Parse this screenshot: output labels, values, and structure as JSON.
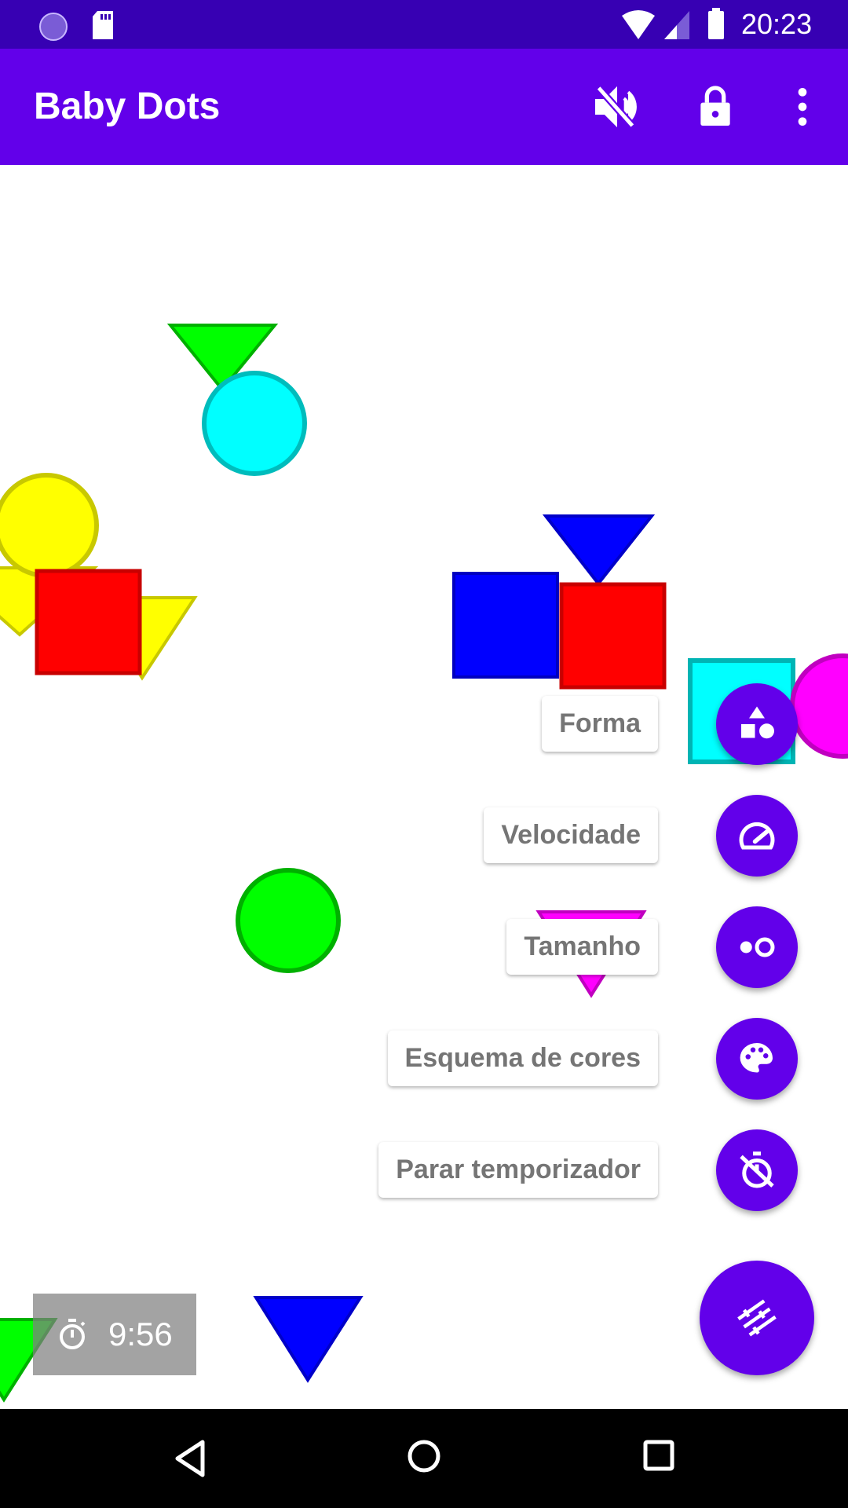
{
  "status_bar": {
    "time": "20:23"
  },
  "app_bar": {
    "title": "Baby Dots",
    "actions": [
      "mute-icon",
      "lock-icon",
      "more-vert-icon"
    ]
  },
  "menu": {
    "items": [
      {
        "label": "Forma",
        "icon": "shapes-icon"
      },
      {
        "label": "Velocidade",
        "icon": "speedometer-icon"
      },
      {
        "label": "Tamanho",
        "icon": "size-icon"
      },
      {
        "label": "Esquema de cores",
        "icon": "palette-icon"
      },
      {
        "label": "Parar temporizador",
        "icon": "timer-off-icon"
      }
    ],
    "main_icon": "tune-icon"
  },
  "timer": {
    "value": "9:56",
    "icon": "timer-icon"
  },
  "colors": {
    "primary": "#6200ea",
    "primary_dark": "#3700b3"
  }
}
